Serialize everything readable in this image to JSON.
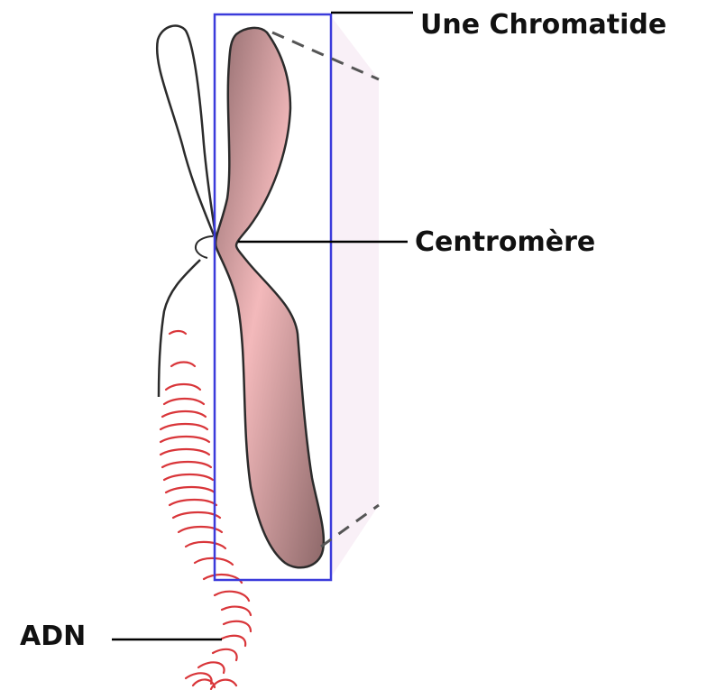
{
  "labels": {
    "chromatid": "Une Chromatide",
    "centromere": "Centromère",
    "dna": "ADN"
  },
  "colors": {
    "highlight_box": "#3b3bdb",
    "chromatid_fill_dark": "#8f6a6c",
    "chromatid_fill_light": "#f3b9bb",
    "dna_coil": "#d9363a",
    "outline": "#2b2b2b",
    "projection_fill": "#f9f0f7",
    "leader_line": "#000000"
  }
}
